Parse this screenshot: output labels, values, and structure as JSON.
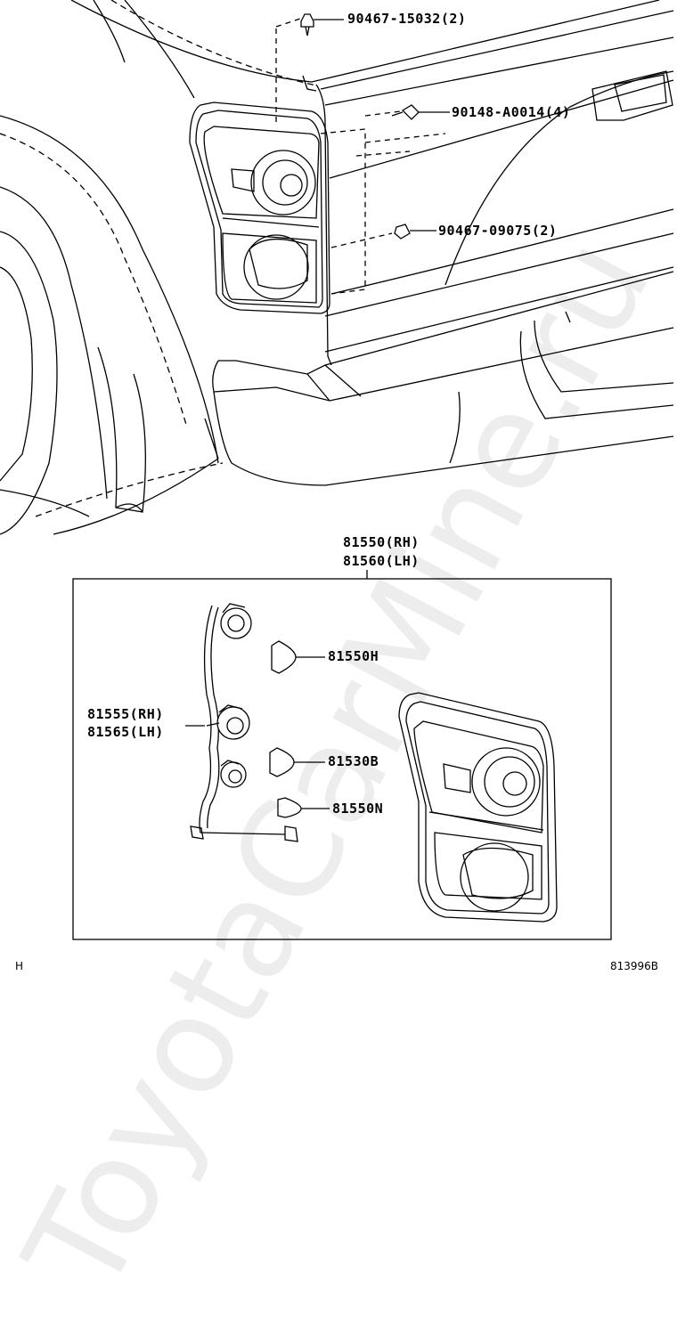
{
  "callouts": {
    "screw_top": "90467-15032(2)",
    "screw_mid": "90148-A0014(4)",
    "clip": "90467-09075(2)",
    "assy_rh": "81550(RH)",
    "assy_lh": "81560(LH)",
    "bulb_top": "81550H",
    "socket_rh": "81555(RH)",
    "socket_lh": "81565(LH)",
    "bulb_mid": "81530B",
    "bulb_low": "81550N"
  },
  "footer": {
    "left_code": "H",
    "diagram_code": "813996B"
  },
  "watermark": "ToyotaCarMine.ru"
}
